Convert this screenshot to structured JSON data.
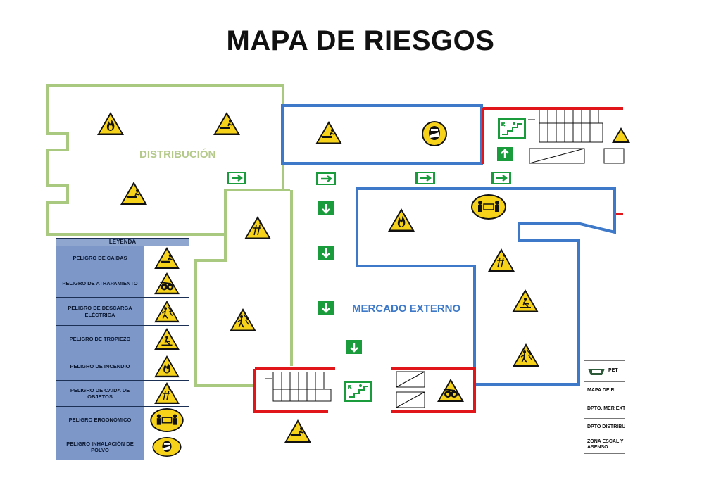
{
  "page": {
    "title": "MAPA DE RIESGOS"
  },
  "zones": {
    "distribucion": "DISTRIBUCIÓN",
    "mercado_externo": "MERCADO EXTERNO"
  },
  "legend": {
    "title": "LEYENDA",
    "items": [
      {
        "label": "PELIGRO DE CAIDAS",
        "icon": "fall-hazard-icon"
      },
      {
        "label": "PELIGRO DE ATRAPAMIENTO",
        "icon": "entrapment-hazard-icon"
      },
      {
        "label": "PELIGRO DE DESCARGA ELÉCTRICA",
        "icon": "electric-shock-hazard-icon"
      },
      {
        "label": "PELIGRO DE TROPIEZO",
        "icon": "trip-hazard-icon"
      },
      {
        "label": "PELIGRO DE INCENDIO",
        "icon": "fire-hazard-icon"
      },
      {
        "label": "PELIGRO DE CAIDA DE OBJETOS",
        "icon": "falling-objects-hazard-icon"
      },
      {
        "label": "PELIGRO ERGONÓMICO",
        "icon": "ergonomic-hazard-icon"
      },
      {
        "label": "PELIGRO INHALACIÓN DE POLVO",
        "icon": "dust-inhalation-hazard-icon"
      }
    ]
  },
  "infobox": {
    "rows": [
      "PET",
      "MAPA DE RI",
      "DPTO. MER EXTERN",
      "DPTO DISTRIBU",
      "ZONA ESCAL Y ASENSO"
    ]
  },
  "colors": {
    "distribucion_wall": "#a8c97f",
    "mercado_wall": "#3d79c8",
    "stairs_wall": "#e0161b",
    "warning_yellow": "#f6d21a",
    "exit_green": "#1a9b3c",
    "legend_fill": "#7d98c8"
  }
}
